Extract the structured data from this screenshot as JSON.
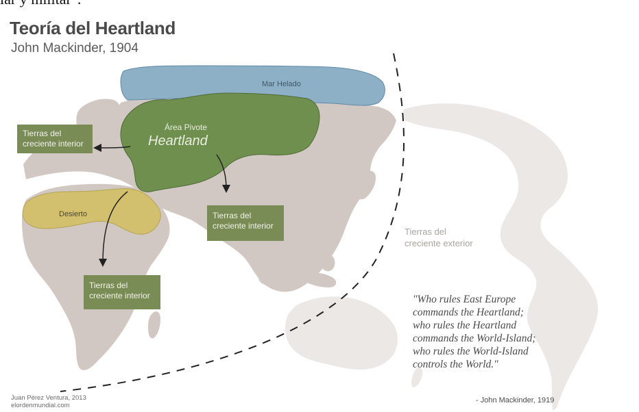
{
  "cut_text": "lar y militar\".",
  "title": "Teoría del Heartland",
  "subtitle": "John Mackinder, 1904",
  "labels": {
    "frozen_sea": "Mar Helado",
    "pivot_area": "Área Pivote",
    "heartland": "Heartland",
    "desert": "Desierto",
    "inner_left": [
      "Tierras del",
      "creciente interior"
    ],
    "inner_asia": [
      "Tierras del",
      "creciente interior"
    ],
    "inner_africa": [
      "Tierras del",
      "creciente interior"
    ],
    "outer": [
      "Tierras del",
      "creciente exterior"
    ]
  },
  "quote": {
    "lines": [
      "\"Who rules East Europe",
      "commands the Heartland;",
      "who rules the Heartland",
      "commands the World-Island;",
      "who rules the World-Island",
      "controls the World.\""
    ],
    "author": "- John Mackinder, 1919"
  },
  "credits": [
    "Juan Pérez Ventura, 2013",
    "elordenmundial.com"
  ],
  "colors": {
    "land": "#d2c8c3",
    "land_faint": "#ece8e5",
    "heartland": "#6f8f4e",
    "frozen_sea": "#8eb0c6",
    "desert": "#d2c06f",
    "inner_box": "#7a8c55",
    "text": "#4a4a4a"
  }
}
